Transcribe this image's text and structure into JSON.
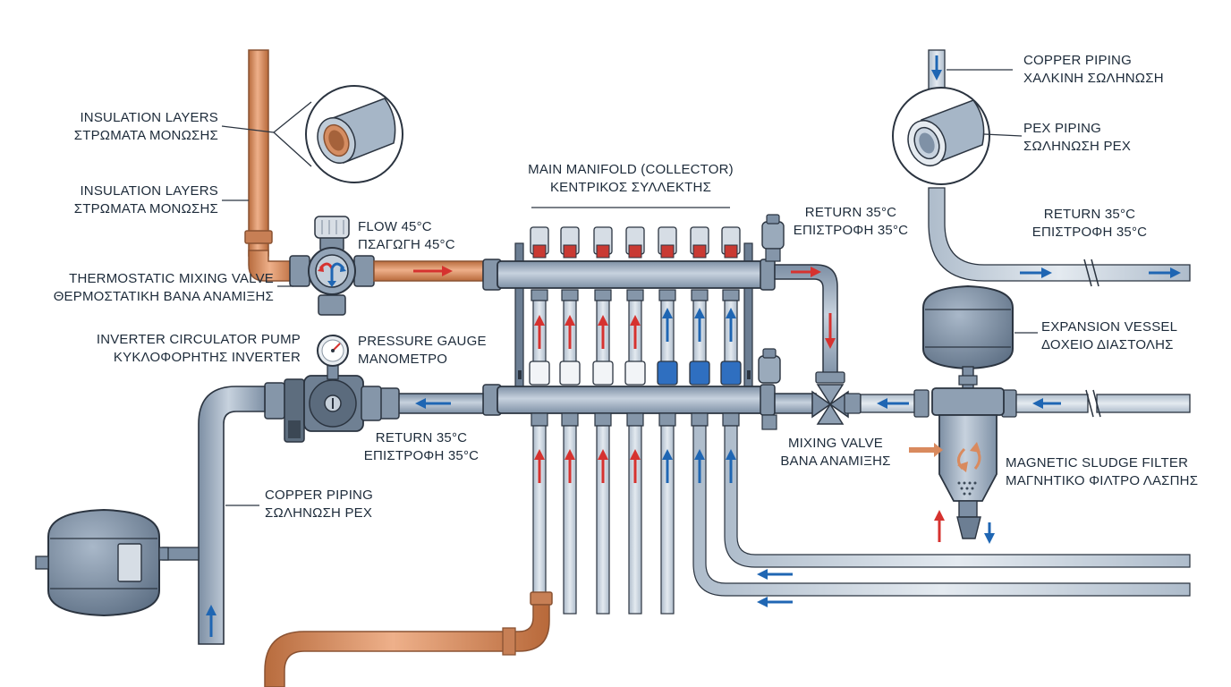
{
  "colors": {
    "copper": "#d9956a",
    "copper_dark": "#9a5a33",
    "pipe_gray": "#9fb0c3",
    "pipe_gray_light": "#c9d4df",
    "pipe_dark": "#5b6e82",
    "outline": "#2b3440",
    "flow_arrow": "#d6322f",
    "return_arrow": "#1f66b3",
    "background": "#ffffff"
  },
  "labels": {
    "insulation_1": {
      "en": "INSULATION LAYERS",
      "el": "ΣΤΡΩΜΑΤΑ ΜΟΝΩΣΗΣ"
    },
    "insulation_2": {
      "en": "INSULATION LAYERS",
      "el": "ΣΤΡΩΜΑΤΑ ΜΟΝΩΣΗΣ"
    },
    "thermostatic_valve": {
      "en": "THERMOSTATIC MIXING VALVE",
      "el": "ΘΕΡΜΟΣΤΑΤΙΚΗ ΒΑΝΑ ΑΝΑΜΙΞΗΣ"
    },
    "flow": {
      "en": "FLOW 45°C",
      "el": "ΠΣΑΓΩΓΗ 45°C"
    },
    "main_manifold": {
      "en": "MAIN MANIFOLD (COLLECTOR)",
      "el": "ΚΕΝΤΡΙΚΟΣ ΣΥΛΛΕΚΤΗΣ"
    },
    "return_top": {
      "en": "RETURN 35°C",
      "el": "ΕΠΙΣΤΡΟΦΗ 35°C"
    },
    "copper_piping_right": {
      "en": "COPPER PIPING",
      "el": "ΧΑΛΚΙΝΗ ΣΩΛΗΝΩΣΗ"
    },
    "pex_piping": {
      "en": "PEX PIPING",
      "el": "ΣΩΛΗΝΩΣΗ PEX"
    },
    "return_right": {
      "en": "RETURN 35°C",
      "el": "ΕΠΙΣΤΡΟΦΗ 35°C"
    },
    "circulator_pump": {
      "en": "INVERTER CIRCULATOR PUMP",
      "el": "ΚΥΚΛΟΦΟΡΗΤΗΣ INVERTER"
    },
    "pressure_gauge": {
      "en": "PRESSURE GAUGE",
      "el": "ΜΑΝΟΜΕΤΡΟ"
    },
    "expansion_vessel": {
      "en": "EXPANSION VESSEL",
      "el": "ΔΟΧΕΙΟ ΔΙΑΣΤΟΛΗΣ"
    },
    "return_bottom": {
      "en": "RETURN 35°C",
      "el": "ΕΠΙΣΤΡΟΦΗ 35°C"
    },
    "mixing_valve": {
      "en": "MIXING VALVE",
      "el": "ΒΑΝΑ ΑΝΑΜΙΞΗΣ"
    },
    "sludge_filter": {
      "en": "MAGNETIC SLUDGE FILTER",
      "el": "ΜΑΓΝΗΤΙΚΟ ΦΙΛΤΡΟ ΛΑΣΠΗΣ"
    },
    "copper_piping_left": {
      "en": "COPPER PIPING",
      "el": "ΣΩΛΗΝΩΣΗ PEX"
    }
  },
  "manifold": {
    "circuit_count": 7,
    "flow_circuits": [
      "flow",
      "flow",
      "flow",
      "flow",
      "return",
      "return",
      "return"
    ],
    "lower_circuits": [
      "flow",
      "flow",
      "flow",
      "flow",
      "return",
      "return",
      "return"
    ]
  }
}
